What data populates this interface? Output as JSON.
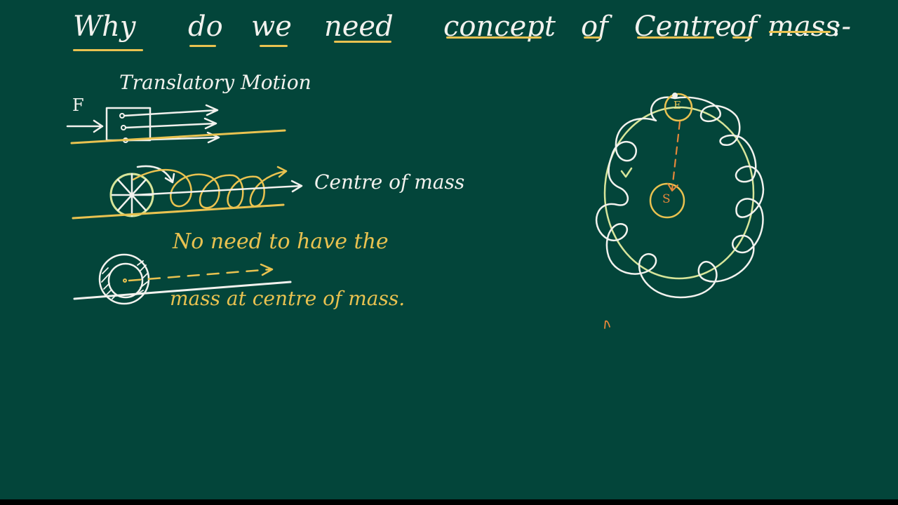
{
  "title": {
    "words": [
      "Why",
      "do",
      "we",
      "need",
      "concept",
      "of",
      "Centre",
      "of",
      "mass",
      ":-"
    ]
  },
  "diagram1": {
    "heading": "Translatory Motion",
    "force_label": "F"
  },
  "diagram2": {
    "label": "Centre of mass"
  },
  "diagram3": {
    "line1": "No need to have the",
    "line2": "mass at centre of mass."
  },
  "orbit": {
    "earth_label": "E",
    "sun_label": "S"
  },
  "colors": {
    "board": "#03453a",
    "chalk_white": "#f2f2ee",
    "chalk_yellow": "#e9c250",
    "chalk_orange": "#e5873a",
    "chalk_green_yellow": "#d7e59a"
  }
}
